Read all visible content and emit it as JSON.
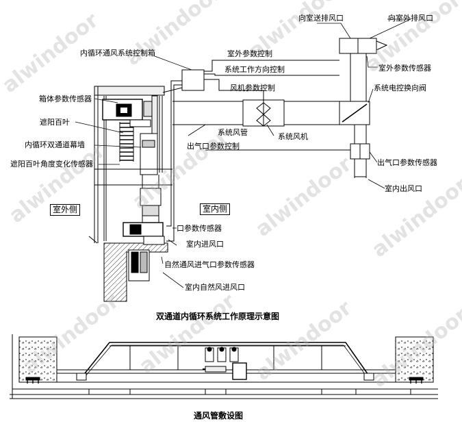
{
  "diagram_title": "双通道内循环系统工作原理示意图",
  "layout_title": "通风管敷设图",
  "sides": {
    "outdoor": "室外侧",
    "indoor": "室内侧"
  },
  "labels": {
    "indoor_supply_outlet": "向室送排风口",
    "outdoor_exhaust_outlet": "向室外排风口",
    "control_box": "内循环通风系统控制箱",
    "outdoor_param_control": "室外参数控制",
    "direction_control": "系统工作方向控制",
    "outdoor_param_sensor": "室外参数传感器",
    "fan_param_control": "风机参数控制",
    "electric_valve": "系统电控换向阀",
    "box_sensor": "箱体参数传感器",
    "louver": "遮阳百叶",
    "system_duct": "系统风管",
    "system_fan": "系统风机",
    "double_channel_wall": "内循环双通道幕墙",
    "outlet_param_control": "出气口参数控制",
    "outlet_param_sensor": "出气口参数传感器",
    "louver_angle_sensor": "遮阳百叶角度变化传感器",
    "indoor_outlet": "室内出风口",
    "inlet_param_sensor": "口参数传感器",
    "indoor_inlet": "室内进风口",
    "natural_inlet_sensor": "自然通风进气口参数传感器",
    "indoor_natural_inlet": "室内自然风进风口"
  },
  "watermark": "alwindoor"
}
